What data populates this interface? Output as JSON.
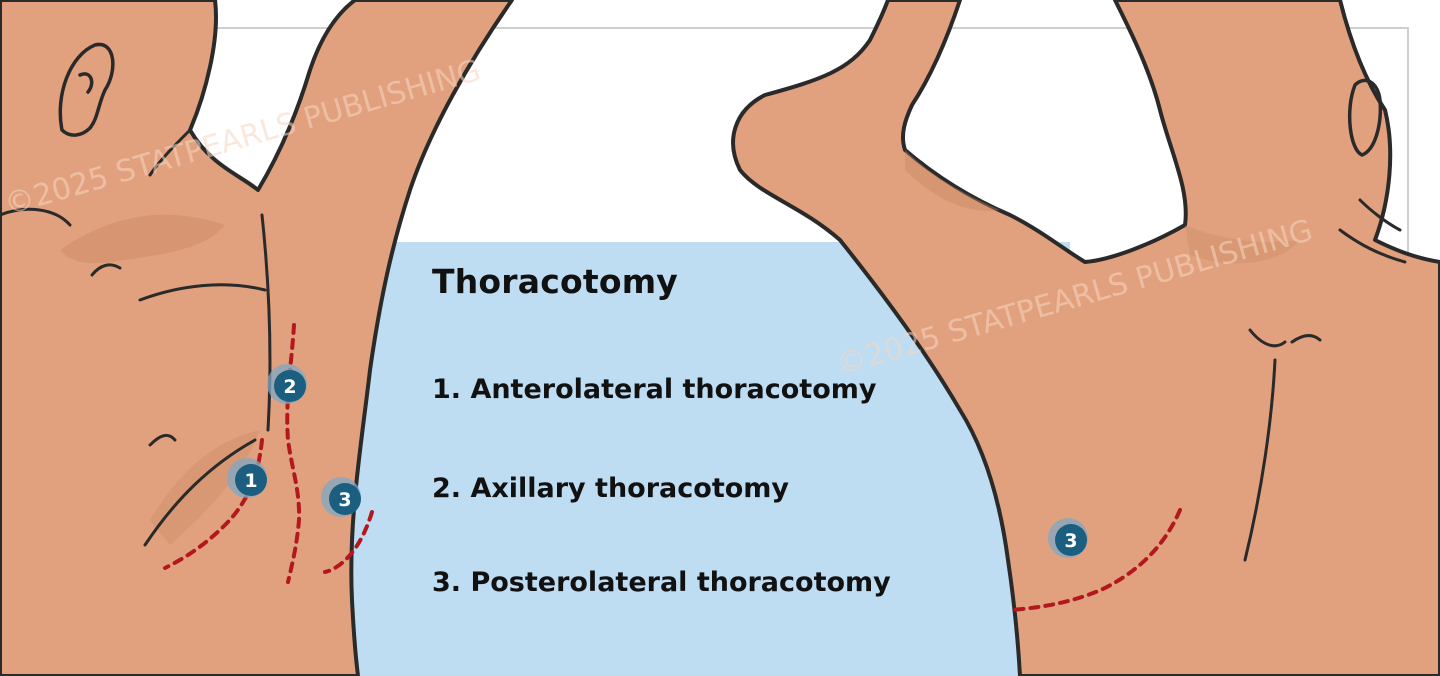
{
  "legend": {
    "title": "Thoracotomy",
    "items": [
      "1. Anterolateral thoracotomy",
      "2. Axillary thoracotomy",
      "3. Posterolateral thoracotomy"
    ]
  },
  "markers": {
    "front_anterolateral": "1",
    "front_axillary": "2",
    "front_posterolateral": "3",
    "back_posterolateral": "3"
  },
  "watermarks": {
    "left": "©2025 STATPEARLS PUBLISHING",
    "right": "©2025 STATPEARLS PUBLISHING"
  },
  "colors": {
    "skin": "#E2A17E",
    "skin_shadow": "#C98761",
    "outline": "#2A2A2A",
    "legend_panel": "#BEDCF2",
    "incision": "#B3181F",
    "marker": "#1B5E80",
    "marker_ring": "#7EA8C4"
  }
}
